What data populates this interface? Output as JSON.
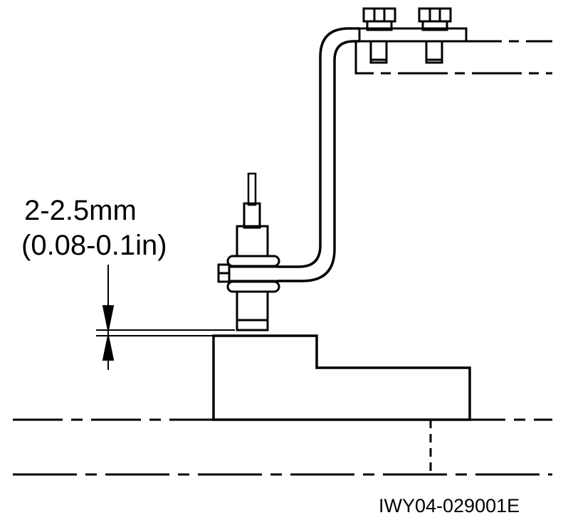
{
  "labels": {
    "gap_metric": "2-2.5mm",
    "gap_imperial": "(0.08-0.1in)",
    "figure_code": "IWY04-029001E"
  },
  "colors": {
    "ink": "#000000",
    "paper": "#ffffff"
  }
}
